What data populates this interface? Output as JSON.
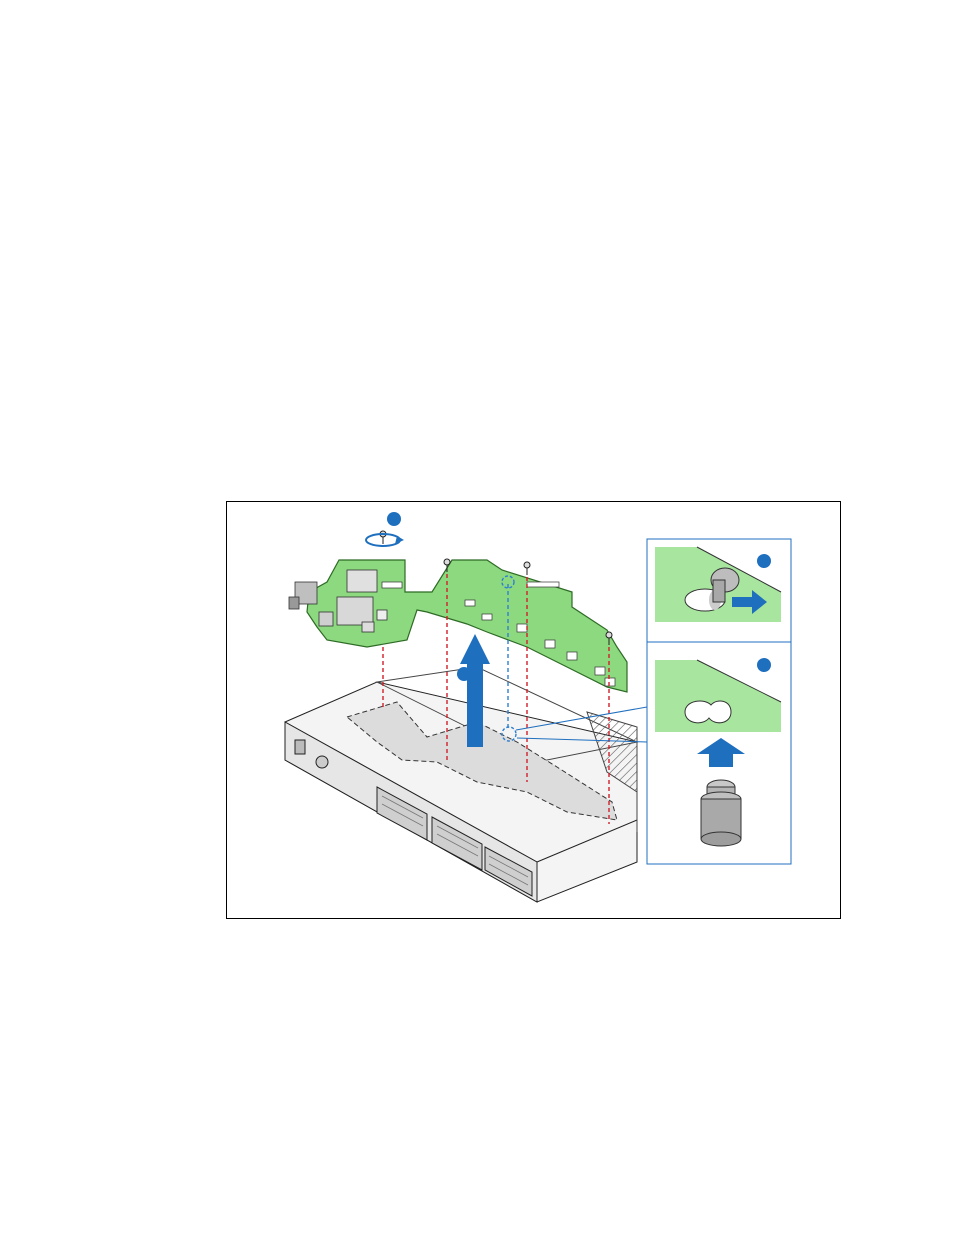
{
  "figure": {
    "kind": "technical-illustration",
    "subject": "baseboard-removal",
    "colors": {
      "board_green": "#8dd97f",
      "board_outline": "#2e6b26",
      "callout_blue": "#1f6fbf",
      "arrow_blue": "#1f6fbf",
      "guide_red": "#d0202a",
      "guide_blue": "#2f7fd0",
      "chassis_gray": "#d9d9d9",
      "line_black": "#222222"
    },
    "callouts": [
      {
        "id": "A",
        "label": ""
      },
      {
        "id": "B",
        "label": ""
      },
      {
        "id": "C",
        "label": ""
      },
      {
        "id": "D",
        "label": ""
      }
    ],
    "icons": [
      "screw-icon",
      "rotate-arrow-icon",
      "up-arrow-icon",
      "push-arrow-icon",
      "standoff-icon",
      "keyhole-icon"
    ]
  }
}
